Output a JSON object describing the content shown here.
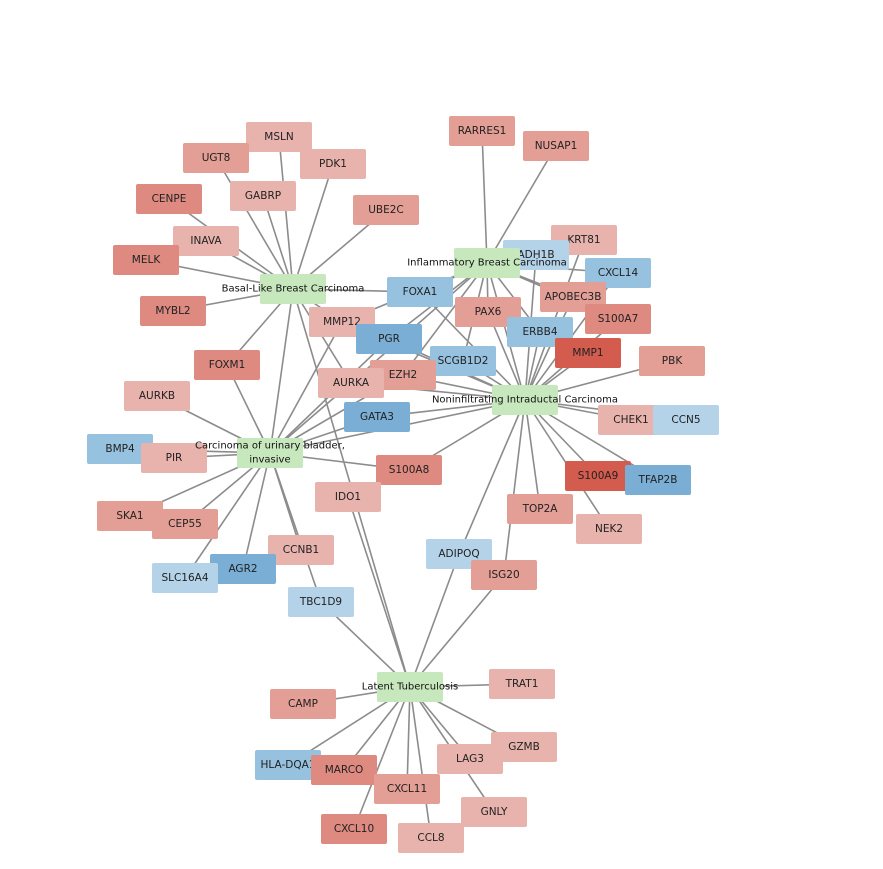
{
  "colors": {
    "disease": "#c7e7bd",
    "up_1": "#e8b3ad",
    "up_2": "#e39e95",
    "up_3": "#de8a81",
    "up_4": "#d45c4e",
    "down_1": "#b4d2e8",
    "down_2": "#96c1df",
    "down_3": "#7aaed5",
    "edge": "#8c8c8c"
  },
  "diseases": {
    "basal": {
      "label": "Basal-Like Breast Carcinoma"
    },
    "inflammatory": {
      "label": "Inflammatory Breast Carcinoma"
    },
    "noninfiltrating": {
      "label": "Noninfiltrating Intraductal Carcinoma"
    },
    "urinary": {
      "label": "Carcinoma of urinary bladder,",
      "label_line2": "invasive"
    },
    "tuberculosis": {
      "label": "Latent Tuberculosis"
    }
  },
  "genes": {
    "RARRES1": {
      "label": "RARRES1",
      "color": "up_2"
    },
    "NUSAP1": {
      "label": "NUSAP1",
      "color": "up_2"
    },
    "MSLN": {
      "label": "MSLN",
      "color": "up_1"
    },
    "UGT8": {
      "label": "UGT8",
      "color": "up_2"
    },
    "PDK1": {
      "label": "PDK1",
      "color": "up_1"
    },
    "GABRP": {
      "label": "GABRP",
      "color": "up_1"
    },
    "CENPE": {
      "label": "CENPE",
      "color": "up_3"
    },
    "UBE2C": {
      "label": "UBE2C",
      "color": "up_2"
    },
    "KRT81": {
      "label": "KRT81",
      "color": "up_1"
    },
    "ADH1B": {
      "label": "ADH1B",
      "color": "down_1"
    },
    "INAVA": {
      "label": "INAVA",
      "color": "up_1"
    },
    "MELK": {
      "label": "MELK",
      "color": "up_3"
    },
    "CXCL14": {
      "label": "CXCL14",
      "color": "down_2"
    },
    "APOBEC3B": {
      "label": "APOBEC3B",
      "color": "up_2"
    },
    "FOXA1": {
      "label": "FOXA1",
      "color": "down_2"
    },
    "MYBL2": {
      "label": "MYBL2",
      "color": "up_3"
    },
    "PAX6": {
      "label": "PAX6",
      "color": "up_2"
    },
    "S100A7": {
      "label": "S100A7",
      "color": "up_3"
    },
    "MMP12": {
      "label": "MMP12",
      "color": "up_1"
    },
    "ERBB4": {
      "label": "ERBB4",
      "color": "down_2"
    },
    "PGR": {
      "label": "PGR",
      "color": "down_3"
    },
    "MMP1": {
      "label": "MMP1",
      "color": "up_4"
    },
    "PBK": {
      "label": "PBK",
      "color": "up_2"
    },
    "SCGB1D2": {
      "label": "SCGB1D2",
      "color": "down_2"
    },
    "FOXM1": {
      "label": "FOXM1",
      "color": "up_3"
    },
    "EZH2": {
      "label": "EZH2",
      "color": "up_2"
    },
    "AURKA": {
      "label": "AURKA",
      "color": "up_1"
    },
    "AURKB": {
      "label": "AURKB",
      "color": "up_1"
    },
    "GATA3": {
      "label": "GATA3",
      "color": "down_3"
    },
    "CHEK1": {
      "label": "CHEK1",
      "color": "up_1"
    },
    "CCN5": {
      "label": "CCN5",
      "color": "down_1"
    },
    "BMP4": {
      "label": "BMP4",
      "color": "down_2"
    },
    "PIR": {
      "label": "PIR",
      "color": "up_1"
    },
    "S100A8": {
      "label": "S100A8",
      "color": "up_3"
    },
    "S100A9": {
      "label": "S100A9",
      "color": "up_4"
    },
    "TFAP2B": {
      "label": "TFAP2B",
      "color": "down_3"
    },
    "IDO1": {
      "label": "IDO1",
      "color": "up_1"
    },
    "SKA1": {
      "label": "SKA1",
      "color": "up_2"
    },
    "CEP55": {
      "label": "CEP55",
      "color": "up_2"
    },
    "TOP2A": {
      "label": "TOP2A",
      "color": "up_2"
    },
    "NEK2": {
      "label": "NEK2",
      "color": "up_1"
    },
    "CCNB1": {
      "label": "CCNB1",
      "color": "up_1"
    },
    "ADIPOQ": {
      "label": "ADIPOQ",
      "color": "down_1"
    },
    "AGR2": {
      "label": "AGR2",
      "color": "down_3"
    },
    "SLC16A4": {
      "label": "SLC16A4",
      "color": "down_1"
    },
    "ISG20": {
      "label": "ISG20",
      "color": "up_2"
    },
    "TBC1D9": {
      "label": "TBC1D9",
      "color": "down_1"
    },
    "TRAT1": {
      "label": "TRAT1",
      "color": "up_1"
    },
    "CAMP": {
      "label": "CAMP",
      "color": "up_2"
    },
    "GZMB": {
      "label": "GZMB",
      "color": "up_1"
    },
    "LAG3": {
      "label": "LAG3",
      "color": "up_1"
    },
    "HLA-DQA1": {
      "label": "HLA-DQA1",
      "color": "down_2"
    },
    "MARCO": {
      "label": "MARCO",
      "color": "up_3"
    },
    "CXCL11": {
      "label": "CXCL11",
      "color": "up_2"
    },
    "GNLY": {
      "label": "GNLY",
      "color": "up_1"
    },
    "CXCL10": {
      "label": "CXCL10",
      "color": "up_3"
    },
    "CCL8": {
      "label": "CCL8",
      "color": "up_1"
    }
  },
  "edges": [
    [
      "basal",
      "MSLN"
    ],
    [
      "basal",
      "UGT8"
    ],
    [
      "basal",
      "PDK1"
    ],
    [
      "basal",
      "GABRP"
    ],
    [
      "basal",
      "CENPE"
    ],
    [
      "basal",
      "UBE2C"
    ],
    [
      "basal",
      "INAVA"
    ],
    [
      "basal",
      "MELK"
    ],
    [
      "basal",
      "MYBL2"
    ],
    [
      "basal",
      "FOXM1"
    ],
    [
      "basal",
      "MMP12"
    ],
    [
      "basal",
      "FOXA1"
    ],
    [
      "basal",
      "urinary"
    ],
    [
      "basal",
      "tuberculosis"
    ],
    [
      "basal",
      "AURKA"
    ],
    [
      "inflammatory",
      "RARRES1"
    ],
    [
      "inflammatory",
      "NUSAP1"
    ],
    [
      "inflammatory",
      "KRT81"
    ],
    [
      "inflammatory",
      "ADH1B"
    ],
    [
      "inflammatory",
      "CXCL14"
    ],
    [
      "inflammatory",
      "APOBEC3B"
    ],
    [
      "inflammatory",
      "FOXA1"
    ],
    [
      "inflammatory",
      "PAX6"
    ],
    [
      "inflammatory",
      "ERBB4"
    ],
    [
      "inflammatory",
      "PGR"
    ],
    [
      "inflammatory",
      "MMP12"
    ],
    [
      "inflammatory",
      "SCGB1D2"
    ],
    [
      "inflammatory",
      "S100A7"
    ],
    [
      "inflammatory",
      "EZH2"
    ],
    [
      "inflammatory",
      "noninfiltrating"
    ],
    [
      "inflammatory",
      "AURKA"
    ],
    [
      "noninfiltrating",
      "ADH1B"
    ],
    [
      "noninfiltrating",
      "KRT81"
    ],
    [
      "noninfiltrating",
      "CXCL14"
    ],
    [
      "noninfiltrating",
      "S100A7"
    ],
    [
      "noninfiltrating",
      "MMP1"
    ],
    [
      "noninfiltrating",
      "PBK"
    ],
    [
      "noninfiltrating",
      "ERBB4"
    ],
    [
      "noninfiltrating",
      "PAX6"
    ],
    [
      "noninfiltrating",
      "FOXA1"
    ],
    [
      "noninfiltrating",
      "PGR"
    ],
    [
      "noninfiltrating",
      "SCGB1D2"
    ],
    [
      "noninfiltrating",
      "EZH2"
    ],
    [
      "noninfiltrating",
      "GATA3"
    ],
    [
      "noninfiltrating",
      "CHEK1"
    ],
    [
      "noninfiltrating",
      "CCN5"
    ],
    [
      "noninfiltrating",
      "S100A9"
    ],
    [
      "noninfiltrating",
      "TFAP2B"
    ],
    [
      "noninfiltrating",
      "NEK2"
    ],
    [
      "noninfiltrating",
      "TOP2A"
    ],
    [
      "noninfiltrating",
      "ISG20"
    ],
    [
      "noninfiltrating",
      "ADIPOQ"
    ],
    [
      "noninfiltrating",
      "S100A8"
    ],
    [
      "noninfiltrating",
      "urinary"
    ],
    [
      "noninfiltrating",
      "APOBEC3B"
    ],
    [
      "noninfiltrating",
      "MMP12"
    ],
    [
      "noninfiltrating",
      "AURKA"
    ],
    [
      "urinary",
      "AURKB"
    ],
    [
      "urinary",
      "BMP4"
    ],
    [
      "urinary",
      "PIR"
    ],
    [
      "urinary",
      "SKA1"
    ],
    [
      "urinary",
      "CEP55"
    ],
    [
      "urinary",
      "SLC16A4"
    ],
    [
      "urinary",
      "AGR2"
    ],
    [
      "urinary",
      "CCNB1"
    ],
    [
      "urinary",
      "TBC1D9"
    ],
    [
      "urinary",
      "S100A8"
    ],
    [
      "urinary",
      "GATA3"
    ],
    [
      "urinary",
      "FOXM1"
    ],
    [
      "urinary",
      "AURKA"
    ],
    [
      "urinary",
      "PGR"
    ],
    [
      "urinary",
      "MMP12"
    ],
    [
      "urinary",
      "EZH2"
    ],
    [
      "tuberculosis",
      "TBC1D9"
    ],
    [
      "tuberculosis",
      "IDO1"
    ],
    [
      "tuberculosis",
      "ADIPOQ"
    ],
    [
      "tuberculosis",
      "TRAT1"
    ],
    [
      "tuberculosis",
      "CAMP"
    ],
    [
      "tuberculosis",
      "GZMB"
    ],
    [
      "tuberculosis",
      "LAG3"
    ],
    [
      "tuberculosis",
      "HLA-DQA1"
    ],
    [
      "tuberculosis",
      "MARCO"
    ],
    [
      "tuberculosis",
      "CXCL11"
    ],
    [
      "tuberculosis",
      "GNLY"
    ],
    [
      "tuberculosis",
      "CXCL10"
    ],
    [
      "tuberculosis",
      "CCL8"
    ],
    [
      "tuberculosis",
      "ISG20"
    ]
  ]
}
